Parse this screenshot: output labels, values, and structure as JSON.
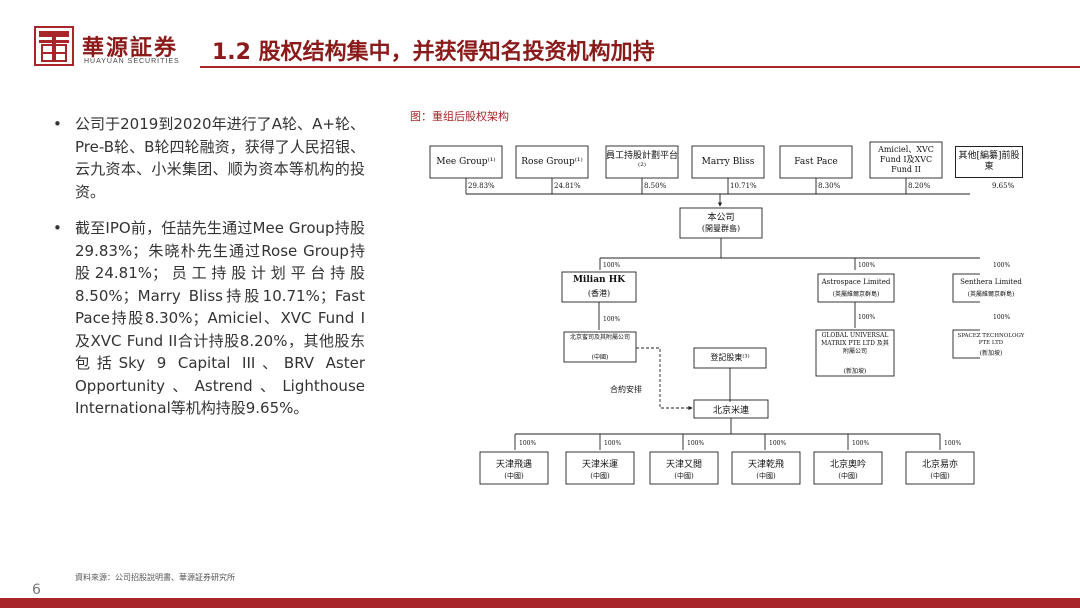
{
  "header": {
    "logo_text": "華源証券",
    "logo_sub": "HUAYUAN SECURITIES",
    "title": "1.2 股权结构集中，并获得知名投资机构加持"
  },
  "bullets": [
    "公司于2019到2020年进行了A轮、A+轮、Pre-B轮、B轮四轮融资，获得了人民招银、云九资本、小米集团、顺为资本等机构的投资。",
    "截至IPO前，任喆先生通过Mee Group持股29.83%；朱晓朴先生通过Rose Group持股24.81%；员工持股计划平台持股8.50%；Marry Bliss持股10.71%；Fast Pace持股8.30%；Amiciel、XVC Fund I及XVC Fund II合计持股8.20%，其他股东包括Sky 9 Capital III、BRV Aster Opportunity、Astrend、Lighthouse International等机构持股9.65%。"
  ],
  "figure": {
    "title": "图：重组后股权架构",
    "shareholders": [
      {
        "name": "Mee Group⁽¹⁾",
        "pct": "29.83%"
      },
      {
        "name": "Rose Group⁽¹⁾",
        "pct": "24.81%"
      },
      {
        "name": "員工持股計劃平台⁽²⁾",
        "pct": "8.50%"
      },
      {
        "name": "Marry Bliss",
        "pct": "10.71%"
      },
      {
        "name": "Fast Pace",
        "pct": "8.30%"
      },
      {
        "name": "Amiciel、XVC Fund I及XVC Fund II",
        "pct": "8.20%"
      },
      {
        "name": "其他[編纂]前股東",
        "pct": "9.65%"
      }
    ],
    "company": {
      "name": "本公司",
      "place": "(開曼群島)"
    },
    "subs_level1": [
      {
        "name": "Milian HK",
        "place": "(香港)",
        "pct": "100%"
      },
      {
        "name": "Astrospace Limited",
        "place": "(英屬維爾京群島)",
        "pct": "100%"
      },
      {
        "name": "Senthera Limited",
        "place": "(英屬維爾京群島)",
        "pct": "100%"
      }
    ],
    "subs_level2": [
      {
        "name": "北京蜜司及其附屬公司",
        "place": "(中國)",
        "pct": "100%"
      },
      {
        "name": "GLOBAL UNIVERSAL MATRIX PTE LTD 及其附屬公司",
        "place": "(新加坡)",
        "pct": "100%"
      },
      {
        "name": "SPACEZ TECHNOLOGY PTE LTD",
        "place": "(新加坡)",
        "pct": "100%"
      }
    ],
    "registered_holders": "登記股東⁽³⁾",
    "contract_label": "合約安排",
    "opco": "北京米連",
    "opco_subs": [
      {
        "name": "天津飛遇",
        "place": "(中國)",
        "pct": "100%"
      },
      {
        "name": "天津米運",
        "place": "(中國)",
        "pct": "100%"
      },
      {
        "name": "天津又閲",
        "place": "(中國)",
        "pct": "100%"
      },
      {
        "name": "天津乾飛",
        "place": "(中國)",
        "pct": "100%"
      },
      {
        "name": "北京奧吟",
        "place": "(中國)",
        "pct": "100%"
      },
      {
        "name": "北京易亦",
        "place": "(中國)",
        "pct": "100%"
      }
    ]
  },
  "footer": {
    "source": "資料來源：公司招股說明書、華源証券研究所",
    "page": "6"
  }
}
